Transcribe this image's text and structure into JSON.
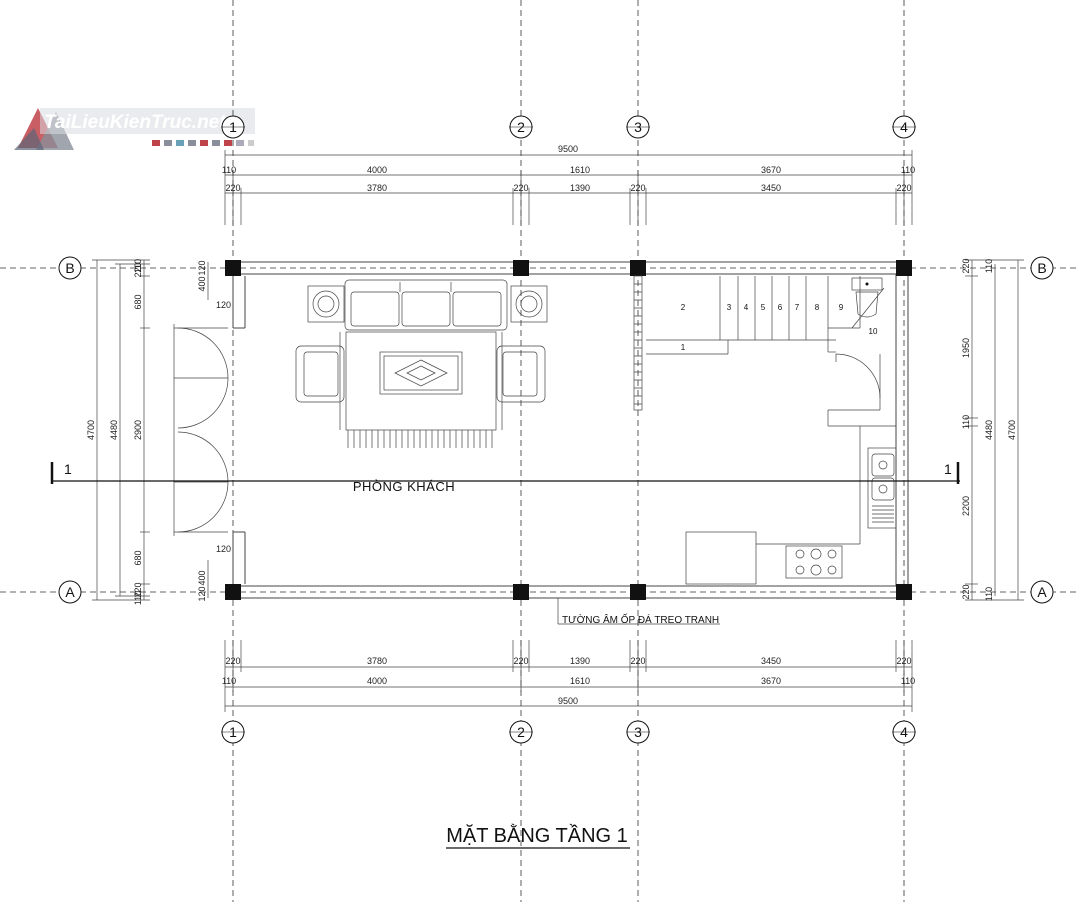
{
  "logo": {
    "text": "TaiLieuKienTruc.net"
  },
  "axes": {
    "vertical": [
      "1",
      "2",
      "3",
      "4"
    ],
    "horizontal": [
      "B",
      "A"
    ]
  },
  "dims": {
    "total": "9500",
    "bay_outer": [
      "110",
      "4000",
      "1610",
      "3670",
      "110"
    ],
    "bay_inner": [
      "220",
      "3780",
      "220",
      "1390",
      "220",
      "3450",
      "220"
    ],
    "left_outer": "4700",
    "left_mid": "4480",
    "left_inner": [
      "110",
      "220",
      "680",
      "2900",
      "680",
      "220",
      "110"
    ],
    "left_door": [
      "120",
      "400",
      "120"
    ],
    "right_outer": "4700",
    "right_mid": "4480",
    "right_inner": [
      "110",
      "220",
      "1950",
      "110",
      "2200",
      "220",
      "110"
    ]
  },
  "rooms": {
    "living": "PHÒNG KHÁCH"
  },
  "stair_numbers": [
    "1",
    "2",
    "3",
    "4",
    "5",
    "6",
    "7",
    "8",
    "9",
    "10"
  ],
  "section": {
    "label": "1"
  },
  "note": "TƯỜNG ÂM ỐP ĐÁ TREO TRANH",
  "title": "MẶT BẰNG TẦNG 1"
}
